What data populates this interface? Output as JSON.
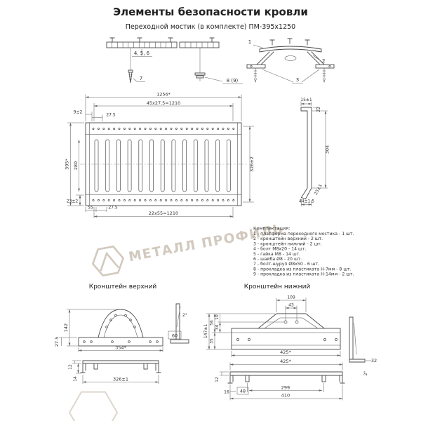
{
  "header": {
    "title": "Элементы безопасности кровли",
    "subtitle": "Переходной мостик (в комплекте) ПМ-395х1250"
  },
  "callouts": {
    "c456": "4, 5, 6",
    "c7": "7",
    "c89": "8 (9)",
    "c1": "1",
    "c2": "2",
    "c3": "3"
  },
  "plan": {
    "w1256": "1256*",
    "pitch_top": "45х27.5=1210",
    "d9": "9±2",
    "d275top": "27.5",
    "h395": "395*",
    "h280": "280",
    "h326": "326±2",
    "d23": "23±2",
    "d55": "55",
    "d275bot": "27.5",
    "pitch_bot": "22х55=1210"
  },
  "profile": {
    "d15": "15±1",
    "d22": "22",
    "d304": "304",
    "d23": "23±1",
    "d44": "44±1.5"
  },
  "kit": {
    "heading": "Комплектация:",
    "items": [
      "1 - платформа переходного мостика - 1 шт.",
      "2 - кронштейн верхний - 2 шт.",
      "3 - кронштейн нижний - 2 шт.",
      "4 - болт М8х20 - 14 шт.",
      "5 - гайка М8 - 14 шт.",
      "6 - шайба Ø8 - 20 шт.",
      "7 - болт-шуруп Ø8х50 - 6 шт.",
      "8 - прокладка из пластиката Н-7мм - 8 шт.",
      "9 - прокладка из пластиката Н-14мм - 2 шт."
    ]
  },
  "upper": {
    "title": "Кронштейн верхний",
    "d142": "142",
    "d275": "27.5",
    "d354": "354*",
    "angle": "2°",
    "d60": "60",
    "d12": "12",
    "d14": "14",
    "d326": "326±1"
  },
  "lower": {
    "title": "Кронштейн нижний",
    "d109": "109",
    "d43": "43",
    "d10": "10",
    "d34": "34",
    "d56": "56",
    "d147": "147±1",
    "d35": "35",
    "d425top": "425*",
    "d32": "32",
    "angle": "2°",
    "d12": "12",
    "d16": "16",
    "d48": "48",
    "d299": "299",
    "d410": "410",
    "d425bot": "425*"
  },
  "watermark": {
    "text": "МЕТАЛЛ ПРОФИЛЬ",
    "color": "#d2c9be"
  },
  "colors": {
    "line": "#4a4a4a",
    "dim": "#666666",
    "text": "#333333",
    "background": "#ffffff"
  }
}
